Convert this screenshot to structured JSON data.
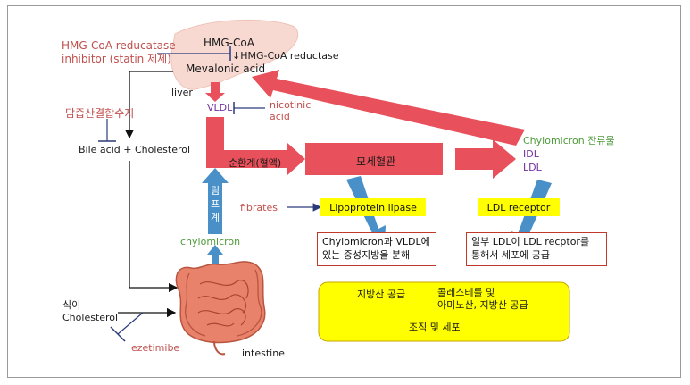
{
  "statin": {
    "line1": "HMG-CoA reducatase",
    "line2": "inhibitor (statin 제제)"
  },
  "hmgcoa": "HMG-CoA",
  "hmg_reductase": "↓HMG-CoA reductase",
  "mevalonic": "Mevalonic acid",
  "liver": "liver",
  "vldl": "VLDL",
  "nicotinic": {
    "line1": "nicotinic",
    "line2": "acid"
  },
  "bile_resin": "담즙산결합수지",
  "bile_cholesterol": "Bile acid + Cholesterol",
  "circulation": "순환계(혈액)",
  "capillary": "모세혈관",
  "remnant": {
    "line1": "Chylomicron 잔류물",
    "line2": "IDL",
    "line3": "LDL"
  },
  "lymph": "림프계",
  "fibrates": "fibrates",
  "lipoprotein_lipase": "Lipoprotein lipase",
  "ldl_receptor": "LDL receptor",
  "chylomicron": "chylomicron",
  "box_lipase": {
    "line1": "Chylomicron과 VLDL에",
    "line2": "있는 중성지방을 분해"
  },
  "box_ldl": {
    "line1": "일부 LDL이 LDL recptor를",
    "line2": "통해서 세포에 공급"
  },
  "supply": {
    "fat": "지방산 공급",
    "chol_line1": "콜레스테롤 및",
    "chol_line2": "아미노산, 지방산 공급",
    "cells": "조직 및 세포"
  },
  "diet": {
    "line1": "식이",
    "line2": "Cholesterol"
  },
  "ezetimibe": "ezetimibe",
  "intestine": "intestine",
  "colors": {
    "arrow_red": "#e8505b",
    "arrow_blue": "#4a90c8",
    "box_yellow": "#ffff00",
    "text_red": "#c0504d",
    "text_green": "#4e9a3a",
    "text_purple": "#7030a0"
  }
}
